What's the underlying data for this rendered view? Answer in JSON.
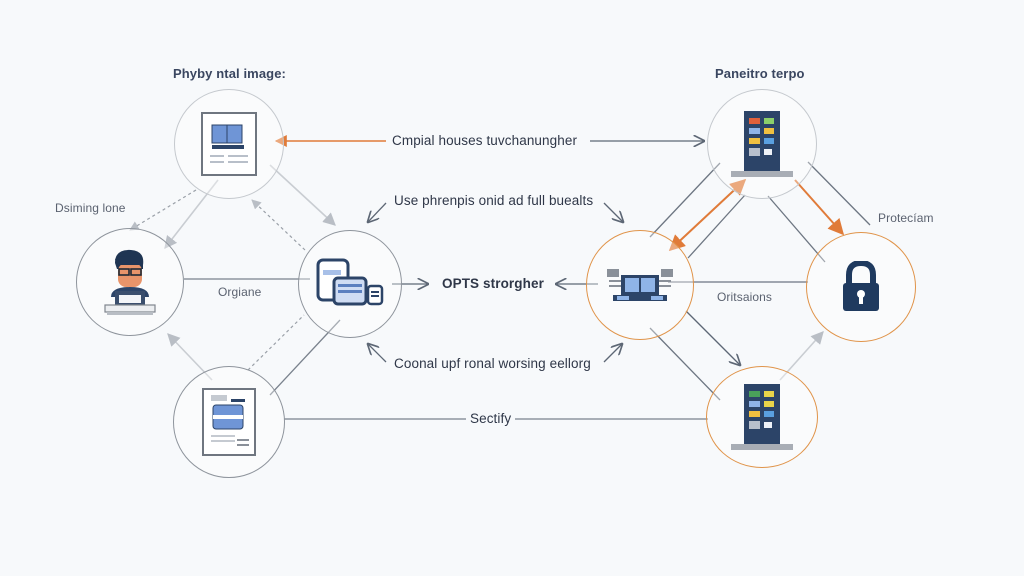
{
  "titles": {
    "left": "Phyby ntal image:",
    "right": "Paneitro terpo"
  },
  "side_labels": {
    "left_user": "Dsiming lone",
    "right_lock": "Protecíam"
  },
  "edge_labels": {
    "organe": "Orgiane",
    "orinations": "Oritsaions",
    "top": "Cmpial houses tuvchanungher",
    "upper_middle": "Use phrenpis onid ad full buealts",
    "middle": "OPTS strorgher",
    "lower_middle": "Coonal upf ronal worsing eellorg",
    "bottom": "Sectify"
  },
  "nodes": [
    {
      "id": "document-top",
      "icon": "document-icon",
      "style": "lightgray"
    },
    {
      "id": "user",
      "icon": "developer-user-icon",
      "style": "gray"
    },
    {
      "id": "devices",
      "icon": "devices-icon",
      "style": "gray"
    },
    {
      "id": "document-bottom",
      "icon": "document-icon",
      "style": "gray"
    },
    {
      "id": "server-top",
      "icon": "server-icon",
      "style": "lightgray"
    },
    {
      "id": "network-hub",
      "icon": "network-switch-icon",
      "style": "orange"
    },
    {
      "id": "lock",
      "icon": "lock-icon",
      "style": "orange"
    },
    {
      "id": "server-bottom",
      "icon": "server-icon",
      "style": "orange"
    }
  ],
  "colors": {
    "accent_orange": "#e07b39",
    "node_orange": "#e0944a",
    "line_gray": "#6d7682",
    "icon_navy": "#2c4468",
    "icon_blue": "#6f95d6"
  }
}
